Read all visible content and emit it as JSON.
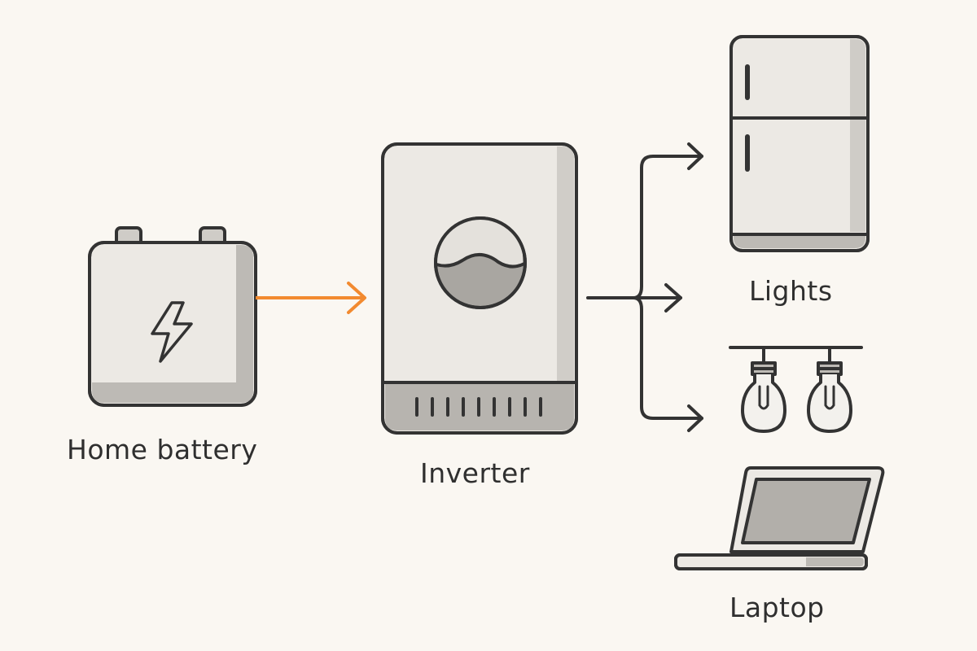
{
  "labels": {
    "battery": "Home battery",
    "inverter": "Inverter",
    "lights": "Lights",
    "laptop": "Laptop"
  },
  "colors": {
    "background": "#faf7f2",
    "outline": "#333333",
    "body_fill": "#ece9e4",
    "shade_fill": "#bdbab5",
    "dc_flow": "#f28a30",
    "ac_flow": "#333333"
  },
  "icons": {
    "battery": "battery-bolt-icon",
    "inverter": "inverter-sine-wave-icon",
    "fridge": "refrigerator-icon",
    "lights": "hanging-light-bulbs-icon",
    "laptop": "laptop-icon"
  }
}
